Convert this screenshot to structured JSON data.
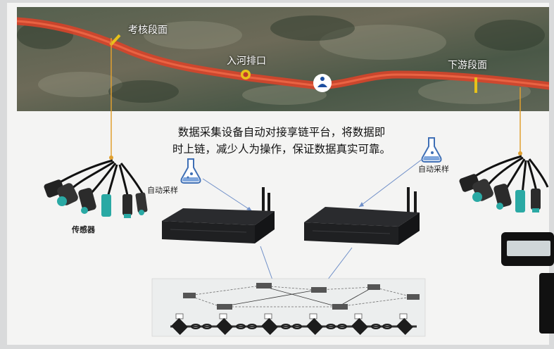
{
  "map": {
    "labels": {
      "assessment_section": "考核段面",
      "outfall": "入河排口",
      "downstream_section": "下游段面"
    }
  },
  "caption": {
    "line1": "数据采集设备自动对接享链平台，将数据即",
    "line2": "时上链，减少人为操作，保证数据真实可靠。"
  },
  "labels": {
    "auto_sampling_left": "自动采样",
    "auto_sampling_right": "自动采样",
    "sensors": "传感器"
  },
  "colors": {
    "river": "#d8442a",
    "marker": "#e8c21a",
    "connector": "#e0a030",
    "flow_arrow": "#6f8fc8",
    "device": "#1f2022"
  }
}
